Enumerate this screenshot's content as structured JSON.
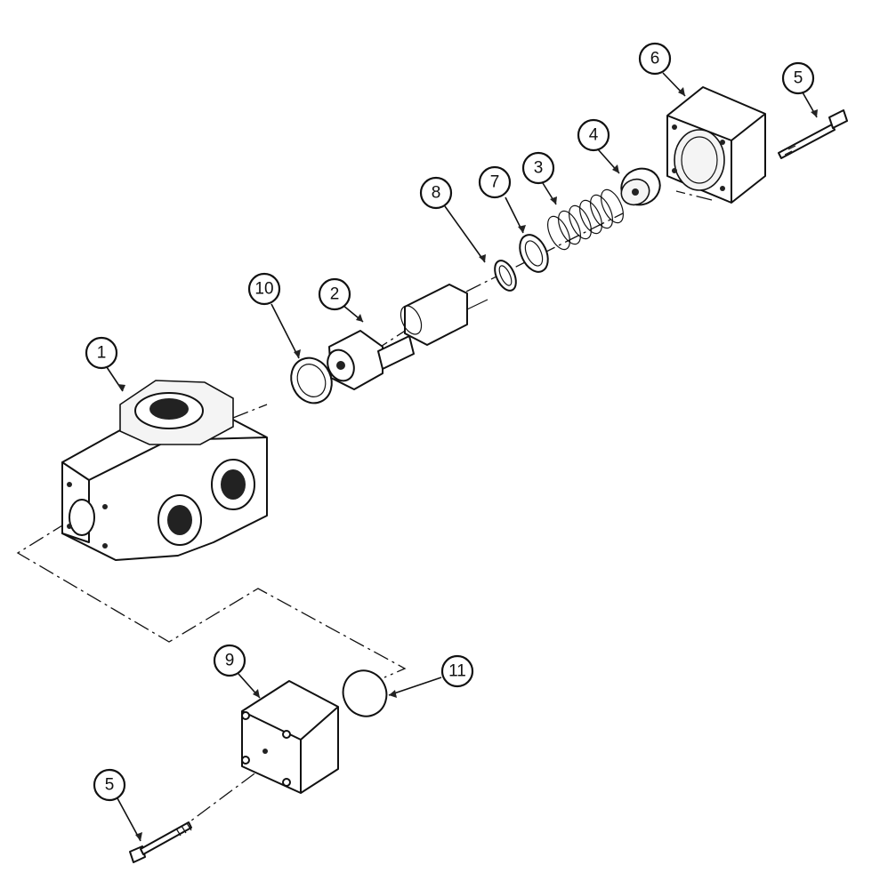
{
  "callouts": [
    {
      "id": "1",
      "label": "1"
    },
    {
      "id": "2",
      "label": "2"
    },
    {
      "id": "3",
      "label": "3"
    },
    {
      "id": "4",
      "label": "4"
    },
    {
      "id": "5a",
      "label": "5"
    },
    {
      "id": "5b",
      "label": "5"
    },
    {
      "id": "6",
      "label": "6"
    },
    {
      "id": "7",
      "label": "7"
    },
    {
      "id": "8",
      "label": "8"
    },
    {
      "id": "9",
      "label": "9"
    },
    {
      "id": "10",
      "label": "10"
    },
    {
      "id": "11",
      "label": "11"
    }
  ],
  "colors": {
    "ink": "#111111",
    "paper": "#ffffff"
  }
}
